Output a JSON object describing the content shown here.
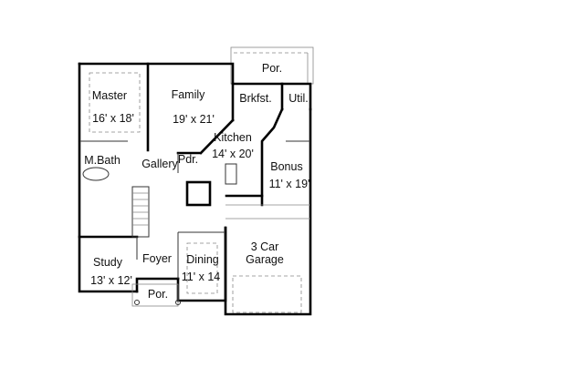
{
  "rooms": {
    "master": {
      "name": "Master",
      "size": "16' x 18'"
    },
    "family": {
      "name": "Family",
      "size": "19' x 21'"
    },
    "porch_rear": {
      "name": "Por."
    },
    "breakfast": {
      "name": "Brkfst."
    },
    "utility": {
      "name": "Util."
    },
    "kitchen": {
      "name": "Kitchen",
      "size": "14' x 20'"
    },
    "bonus": {
      "name": "Bonus",
      "size": "11' x 19'"
    },
    "master_bath": {
      "name": "M.Bath"
    },
    "gallery": {
      "name": "Gallery"
    },
    "powder": {
      "name": "Pdr."
    },
    "foyer": {
      "name": "Foyer"
    },
    "dining": {
      "name": "Dining",
      "size": "11' x 14"
    },
    "garage": {
      "name": "3 Car",
      "name2": "Garage"
    },
    "study": {
      "name": "Study",
      "size": "13' x 12'"
    },
    "porch_front": {
      "name": "Por."
    }
  }
}
